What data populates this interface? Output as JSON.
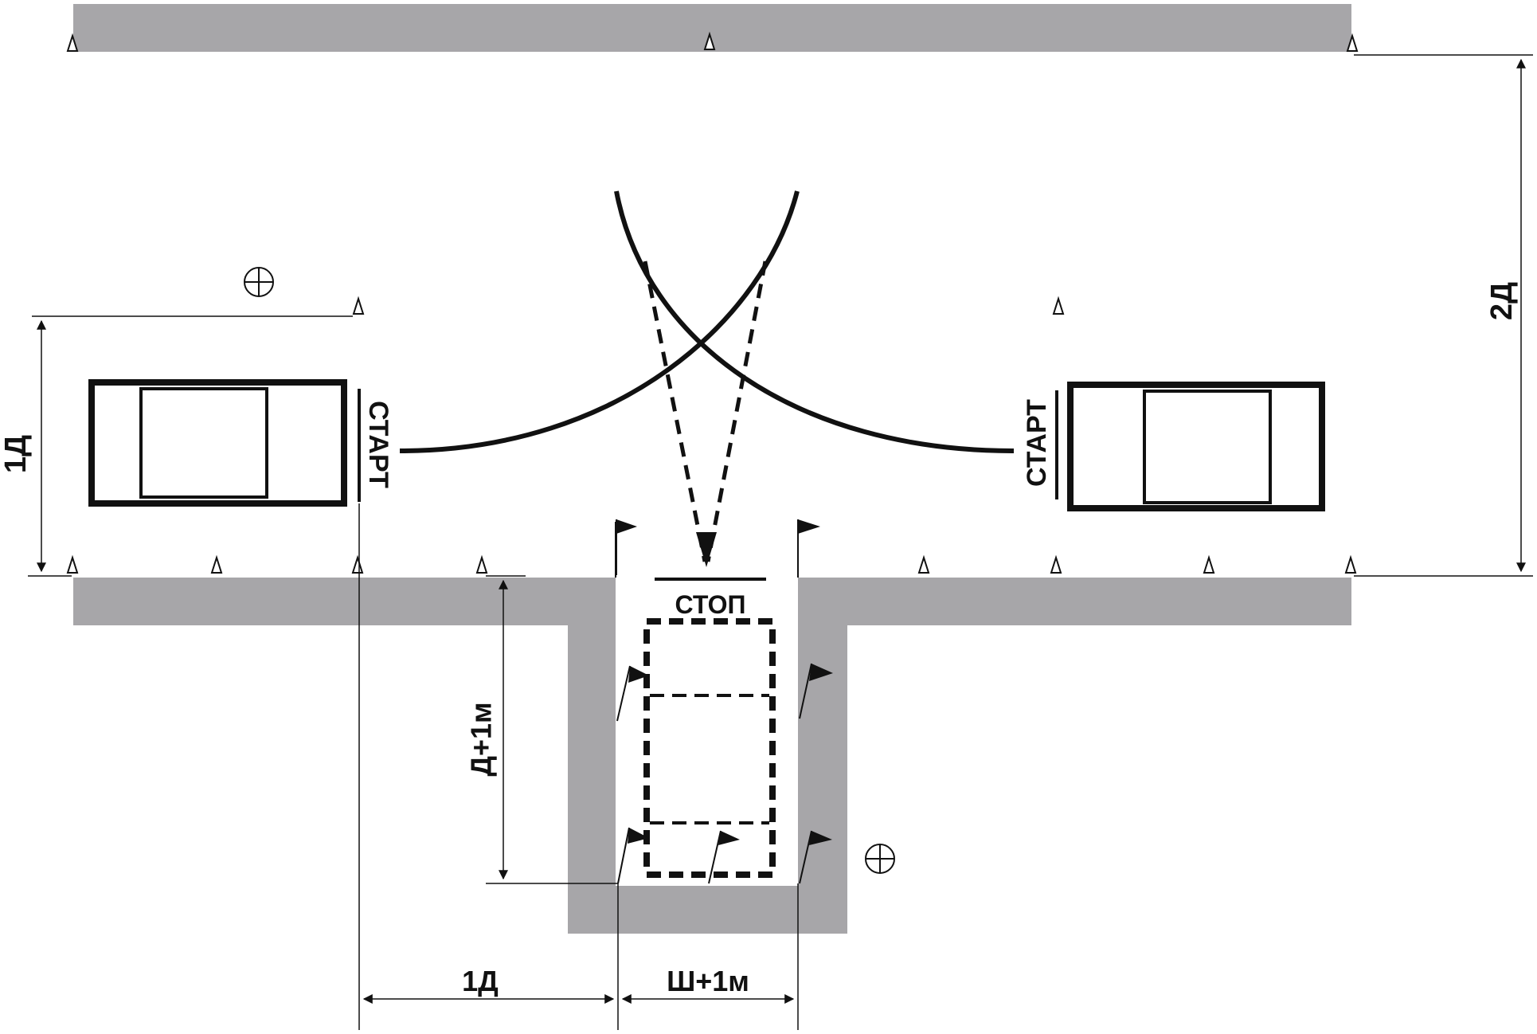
{
  "labels": {
    "start_left": "СТАРТ",
    "start_right": "СТАРТ",
    "stop": "СТОП",
    "dim_1d_vertical": "1Д",
    "dim_2d": "2Д",
    "dim_d_plus_1m": "Д+1м",
    "dim_1d_horizontal": "1Д",
    "dim_w_plus_1m": "Ш+1м"
  },
  "colors": {
    "barrier": "#a7a6a9",
    "line": "#111111",
    "background": "#ffffff"
  },
  "icons": {
    "cone": "triangle-cone-icon",
    "flag": "flag-icon",
    "reference_mark": "crosshair-circle-icon"
  }
}
